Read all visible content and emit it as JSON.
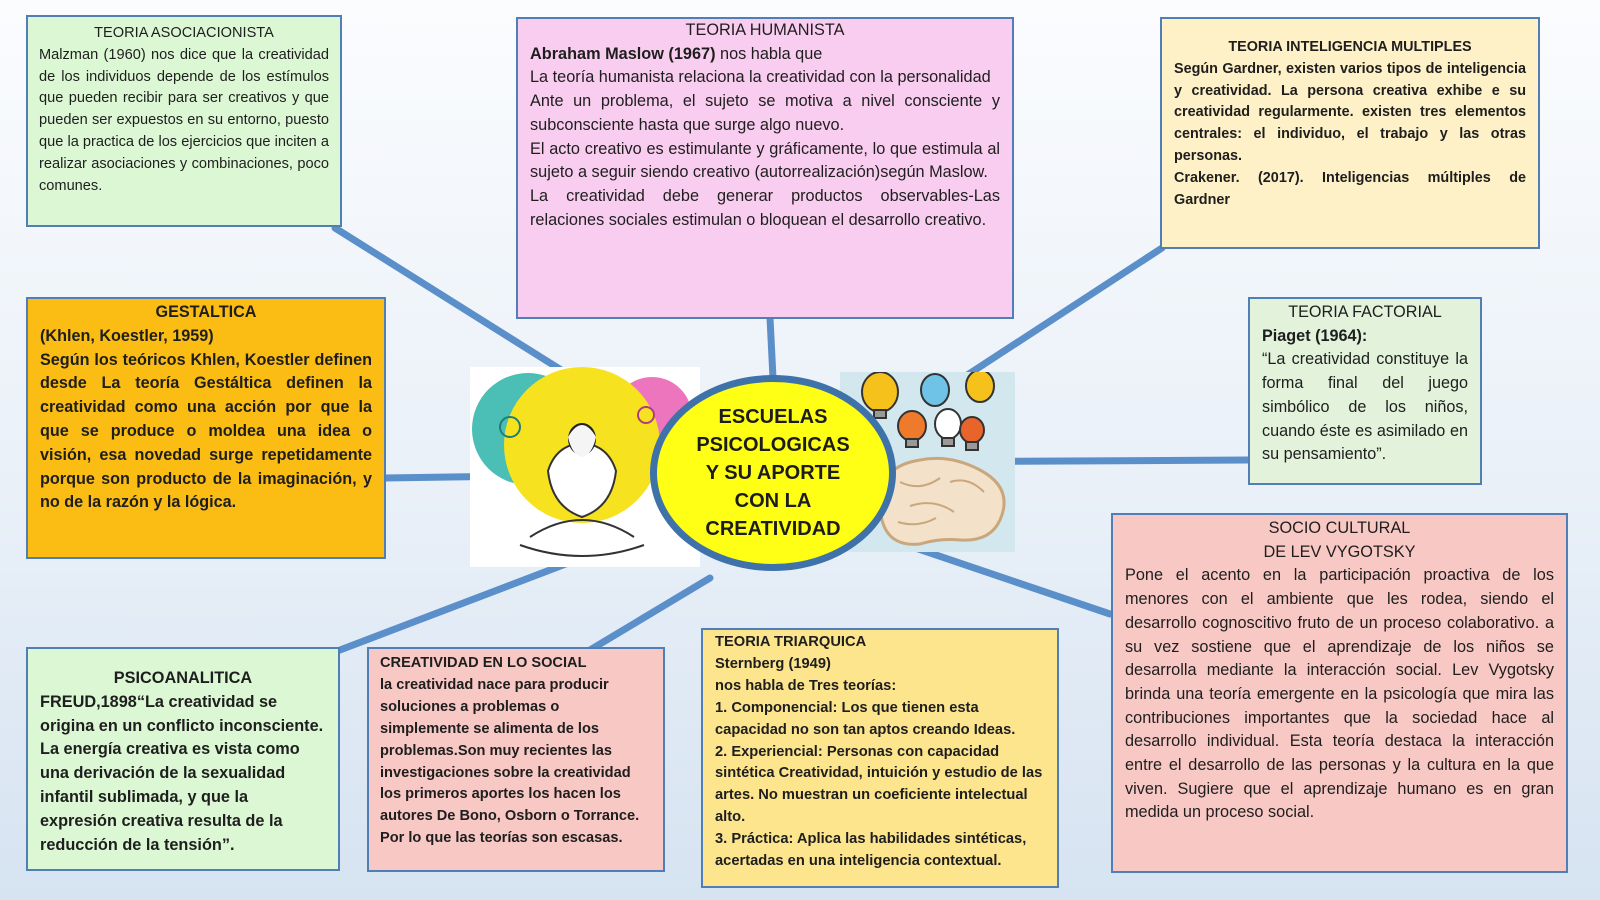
{
  "center": {
    "lines": [
      "ESCUELAS",
      "PSICOLOGICAS",
      "Y SU APORTE",
      "CON LA",
      "CREATIVIDAD"
    ]
  },
  "asociacionista": {
    "title": "TEORIA ASOCIACIONISTA",
    "body": "Malzman (1960) nos dice que la creatividad de los individuos depende de los estímulos que pueden recibir para ser creativos y que pueden ser expuestos en su entorno, puesto que la practica de los ejercicios que inciten a realizar asociaciones y combinaciones, poco comunes."
  },
  "humanista": {
    "title": "TEORIA HUMANISTA",
    "author": "Abraham Maslow (1967)",
    "intro": " nos habla que",
    "p1": "La teoría humanista relaciona la creatividad con la personalidad",
    "p2": "Ante un problema, el sujeto se motiva a nivel consciente y subconsciente hasta que surge algo nuevo.",
    "p3": "El acto creativo es estimulante y gráficamente, lo que estimula al sujeto a seguir siendo creativo (autorrealización)según Maslow.",
    "p4": "La creatividad debe generar productos observables-Las relaciones sociales estimulan o bloquean el desarrollo creativo."
  },
  "multiples": {
    "title": "TEORIA INTELIGENCIA MULTIPLES",
    "p1": "Según Gardner, existen varios tipos de inteligencia y creatividad. La persona creativa exhibe e su creatividad regularmente. existen tres elementos centrales: el individuo, el trabajo y las otras personas.",
    "p2": "Crakener. (2017). Inteligencias múltiples de Gardner"
  },
  "gestaltica": {
    "title": "GESTALTICA",
    "sub": "(Khlen, Koestler, 1959)",
    "body": "Según los teóricos Khlen, Koestler definen desde La teoría Gestáltica definen la creatividad como una acción por que la que se produce o moldea una idea o visión, esa novedad surge repetidamente porque son producto de la imaginación, y no de la razón y la lógica."
  },
  "factorial": {
    "title": "TEORIA FACTORIAL",
    "sub": "Piaget (1964):",
    "body": "“La creatividad constituye la forma final del juego simbólico de los niños, cuando éste es asimilado en su pensamiento”."
  },
  "sociocultural": {
    "title1": "SOCIO CULTURAL",
    "title2": "DE LEV VYGOTSKY",
    "body": "Pone el acento en la participación proactiva de los menores con el ambiente que les rodea, siendo el desarrollo cognoscitivo fruto de un proceso colaborativo. a su vez sostiene que el aprendizaje de los niños se desarrolla mediante la interacción social. Lev Vygotsky brinda una teoría emergente en la psicología que mira las contribuciones importantes que la sociedad hace al desarrollo individual. Esta teoría destaca la interacción entre el desarrollo de las personas y la cultura en la que viven. Sugiere que el aprendizaje humano es en gran medida un proceso social."
  },
  "psicoanalitica": {
    "title": "PSICOANALITICA",
    "body": "FREUD,1898“La creatividad se origina en un conflicto inconsciente. La energía creativa es vista como una derivación de la sexualidad infantil sublimada, y que la expresión creativa resulta de la reducción de la tensión”."
  },
  "social": {
    "title": "CREATIVIDAD EN LO SOCIAL",
    "body": " la creatividad nace para producir soluciones a problemas o simplemente se alimenta de los problemas.Son muy recientes las investigaciones sobre la creatividad los primeros aportes los hacen los autores De Bono, Osborn o Torrance. Por lo que las teorías son escasas."
  },
  "triarquica": {
    "title": "TEORIA TRIARQUICA",
    "l1": "Sternberg (1949)",
    "l2": "nos habla de Tres teorías:",
    "l3": "1. Componencial: Los que tienen esta capacidad no son tan aptos creando Ideas.",
    "l4": "2. Experiencial: Personas con capacidad sintética Creatividad, intuición y estudio de las artes. No muestran un coeficiente intelectual alto.",
    "l5": "3. Práctica: Aplica las habilidades sintéticas, acertadas en una inteligencia contextual."
  },
  "colors": {
    "connector": "#5b8fc9",
    "center_fill": "#ffff16",
    "center_border": "#3f72a8"
  }
}
